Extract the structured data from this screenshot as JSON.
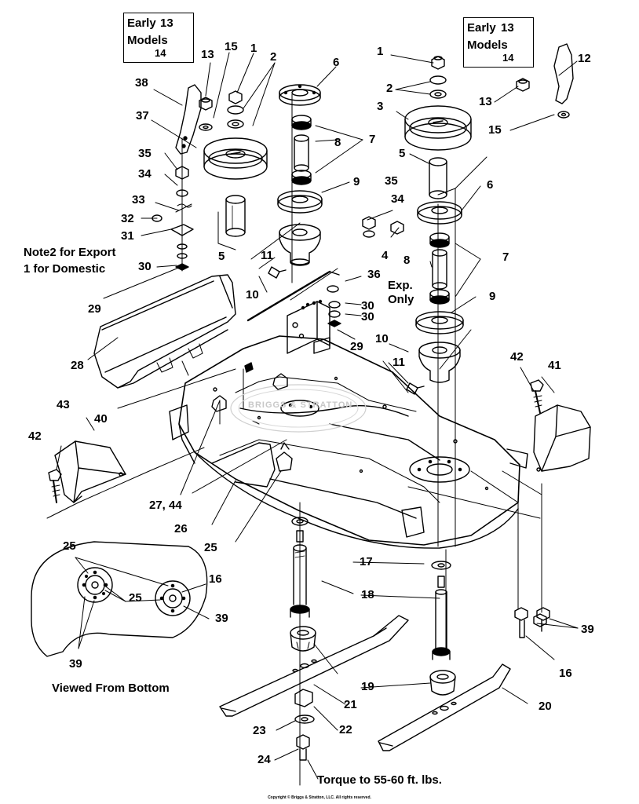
{
  "boxes": {
    "left": {
      "early": "Early",
      "models": "Models",
      "n13": "13",
      "n14": "14"
    },
    "right": {
      "early": "Early",
      "models": "Models",
      "n13": "13",
      "n14": "14"
    }
  },
  "notes": {
    "export": "Note2 for Export",
    "domestic": "1 for Domestic",
    "exp_line1": "Exp.",
    "exp_line2": "Only",
    "viewed_from_bottom": "Viewed From Bottom",
    "torque": "Torque to 55-60 ft. lbs."
  },
  "copyright": "Copyright © Briggs & Stratton, LLC. All rights reserved.",
  "watermark": "BRIGGS & STRATTON",
  "callouts": {
    "c13a": "13",
    "c15a": "15",
    "c1a": "1",
    "c2a": "2",
    "c6a": "6",
    "c38": "38",
    "c37": "37",
    "c35a": "35",
    "c34a": "34",
    "c33": "33",
    "c32": "32",
    "c31": "31",
    "c30a": "30",
    "c5a": "5",
    "c11a": "11",
    "c10a": "10",
    "c7a": "7",
    "c8a": "8",
    "c9a": "9",
    "c1b": "1",
    "c2b": "2",
    "c3": "3",
    "c13b": "13",
    "c12": "12",
    "c15b": "15",
    "c5b": "5",
    "c6b": "6",
    "c35b": "35",
    "c34b": "34",
    "c4": "4",
    "c7b": "7",
    "c8b": "8",
    "c36": "36",
    "c30b": "30",
    "c30c": "30",
    "c9b": "9",
    "c29a": "29",
    "c29b": "29",
    "c28": "28",
    "c10b": "10",
    "c11b": "11",
    "c42a": "42",
    "c41": "41",
    "c40": "40",
    "c43": "43",
    "c42b": "42",
    "c2744": "27, 44",
    "c26": "26",
    "c25a": "25",
    "c25b": "25",
    "c25c": "25",
    "c16a": "16",
    "c39a": "39",
    "c39b": "39",
    "c17": "17",
    "c18": "18",
    "c39c": "39",
    "c16b": "16",
    "c19": "19",
    "c21": "21",
    "c20": "20",
    "c22": "22",
    "c23": "23",
    "c24": "24"
  }
}
